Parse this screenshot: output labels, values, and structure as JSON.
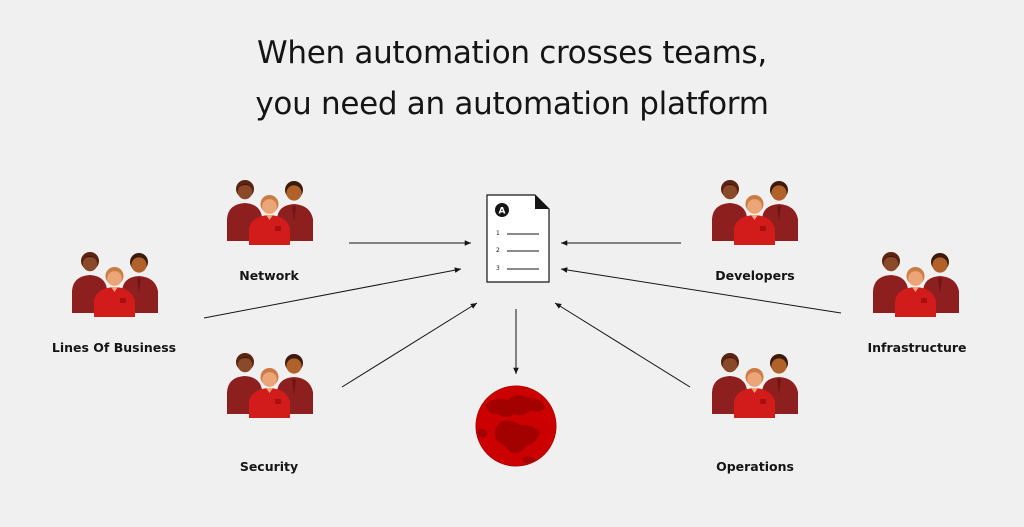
{
  "header": {
    "title_line1": "When automation crosses teams,",
    "title_line2": "you need an automation platform"
  },
  "teams": {
    "network": "Network",
    "developers": "Developers",
    "lines_of_business": "Lines Of Business",
    "infrastructure": "Infrastructure",
    "security": "Security",
    "operations": "Operations"
  },
  "playbook": {
    "badge": "A",
    "lines": [
      "1",
      "2",
      "3"
    ]
  },
  "colors": {
    "background": "#f0f0f0",
    "red": "#cc0000",
    "dark_red": "#a30000",
    "maroon": "#7c1a1a",
    "text": "#151515"
  },
  "icons": {
    "team": "people-group-icon",
    "document": "playbook-document-icon",
    "globe": "globe-icon"
  }
}
